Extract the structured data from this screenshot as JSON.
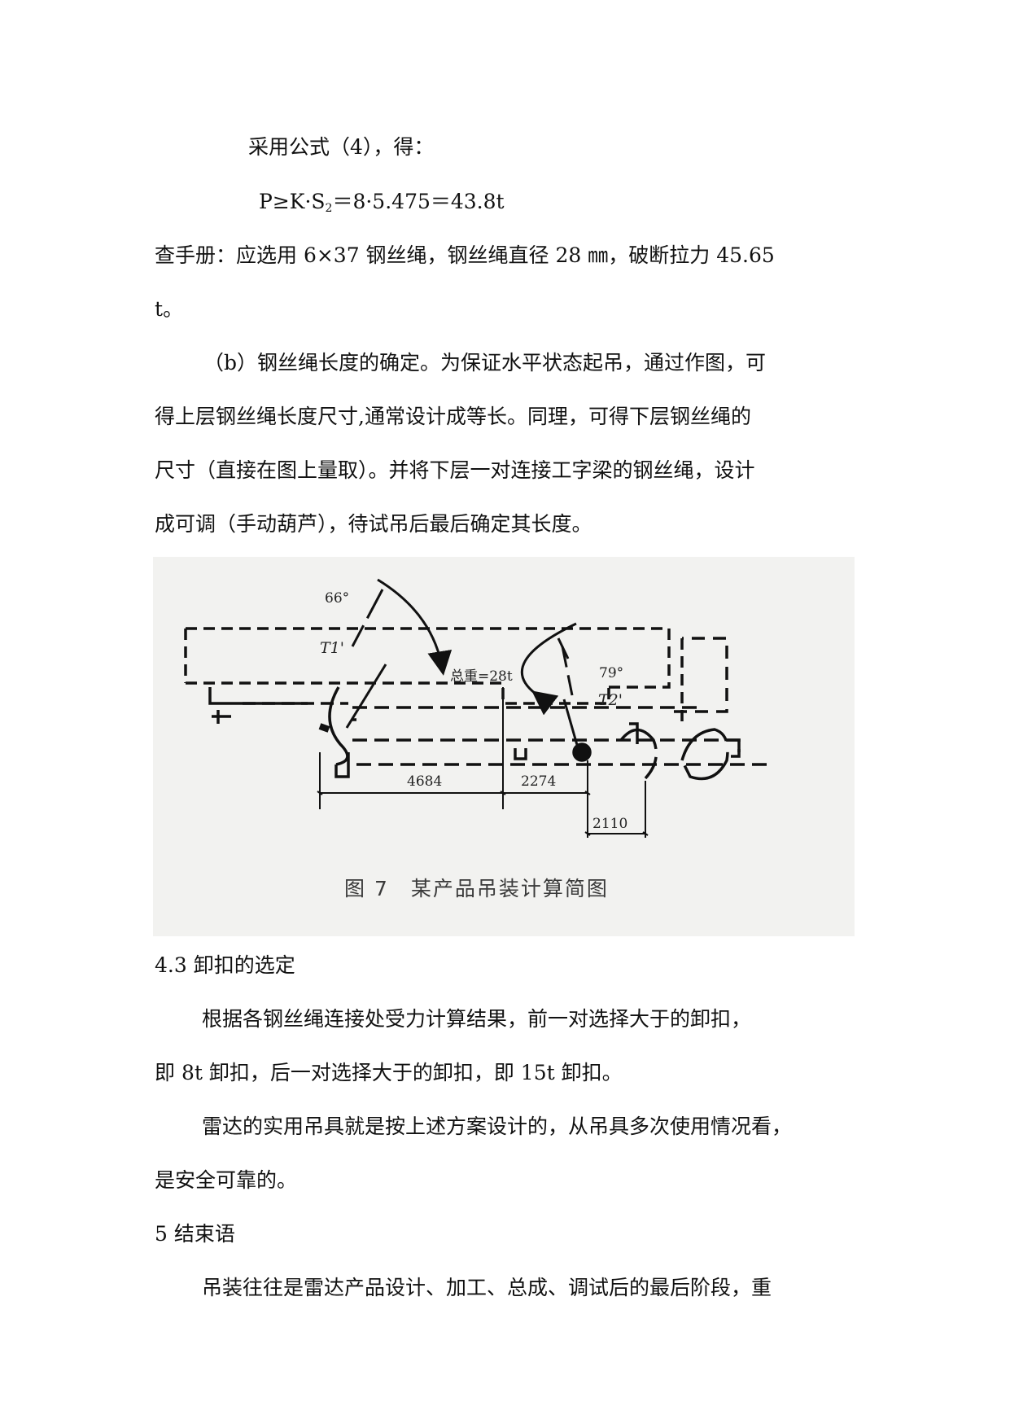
{
  "lines": [
    {
      "id": "l1",
      "text": "采用公式（4），得："
    },
    {
      "id": "l2a",
      "text": "P≥K·S"
    },
    {
      "id": "l2sub",
      "text": "2"
    },
    {
      "id": "l2b",
      "text": "＝8·5.475＝43.8t"
    },
    {
      "id": "l3",
      "text": "查手册：应选用 6×37 钢丝绳，钢丝绳直径 28 ㎜，破断拉力 45.65"
    },
    {
      "id": "l4",
      "text": "t。"
    },
    {
      "id": "l5",
      "text": "（b）钢丝绳长度的确定。为保证水平状态起吊，通过作图，可"
    },
    {
      "id": "l6",
      "text": "得上层钢丝绳长度尺寸,通常设计成等长。同理，可得下层钢丝绳的"
    },
    {
      "id": "l7",
      "text": "尺寸（直接在图上量取）。并将下层一对连接工字梁的钢丝绳，设计"
    },
    {
      "id": "l8",
      "text": "成可调（手动葫芦），待试吊后最后确定其长度。"
    },
    {
      "id": "l9",
      "text": "4.3 卸扣的选定"
    },
    {
      "id": "l10",
      "text": "根据各钢丝绳连接处受力计算结果，前一对选择大于的卸扣，"
    },
    {
      "id": "l11",
      "text": "即 8t 卸扣，后一对选择大于的卸扣，即 15t 卸扣。"
    },
    {
      "id": "l12",
      "text": "雷达的实用吊具就是按上述方案设计的，从吊具多次使用情况看，"
    },
    {
      "id": "l13",
      "text": "是安全可靠的。"
    },
    {
      "id": "l14",
      "text": "5 结束语"
    },
    {
      "id": "l15",
      "text": "吊装往往是雷达产品设计、加工、总成、调试后的最后阶段，重"
    }
  ],
  "figure": {
    "angle_left": "66°",
    "angle_right": "79°",
    "force_left": "T1'",
    "force_right": "T2'",
    "weight": "总重=28t",
    "dim_1": "4684",
    "dim_2": "2274",
    "dim_3": "2110",
    "caption": "图 7　某产品吊装计算简图"
  }
}
